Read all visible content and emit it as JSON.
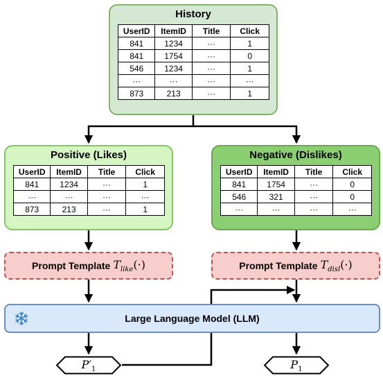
{
  "history": {
    "title": "History",
    "headers": [
      "UserID",
      "ItemID",
      "Title",
      "Click"
    ],
    "rows": [
      [
        "841",
        "1234",
        "···",
        "1"
      ],
      [
        "841",
        "1754",
        "···",
        "0"
      ],
      [
        "546",
        "1234",
        "···",
        "1"
      ],
      [
        "···",
        "···",
        "···",
        "···"
      ],
      [
        "873",
        "213",
        "···",
        "1"
      ]
    ]
  },
  "positive": {
    "title": "Positive (Likes)",
    "headers": [
      "UserID",
      "ItemID",
      "Title",
      "Click"
    ],
    "rows": [
      [
        "841",
        "1234",
        "···",
        "1"
      ],
      [
        "···",
        "···",
        "···",
        "···"
      ],
      [
        "873",
        "213",
        "···",
        "1"
      ]
    ]
  },
  "negative": {
    "title": "Negative (Dislikes)",
    "headers": [
      "UserID",
      "ItemID",
      "Title",
      "Click"
    ],
    "rows": [
      [
        "841",
        "1754",
        "···",
        "0"
      ],
      [
        "546",
        "321",
        "···",
        "0"
      ],
      [
        "···",
        "···",
        "···",
        "···"
      ]
    ]
  },
  "prompt_like": {
    "text": "Prompt Template",
    "symbol": "T",
    "subscript": "like",
    "args": "(·)"
  },
  "prompt_disl": {
    "text": "Prompt Template",
    "symbol": "T",
    "subscript": "disl",
    "args": "(·)"
  },
  "llm": {
    "label": "Large Language Model (LLM)",
    "icon": "snowflake-icon"
  },
  "outputs": {
    "p1_prime": {
      "symbol": "P",
      "prime": "′",
      "subscript": "1"
    },
    "p1": {
      "symbol": "P",
      "subscript": "1"
    }
  },
  "colors": {
    "history_fill": "#d5e8d4",
    "positive_fill": "#d5f5c2",
    "negative_fill": "#8ccf72",
    "prompt_fill": "#f8cecc",
    "prompt_border": "#b85450",
    "llm_fill": "#dae8fc",
    "llm_border": "#6c8ebf"
  }
}
